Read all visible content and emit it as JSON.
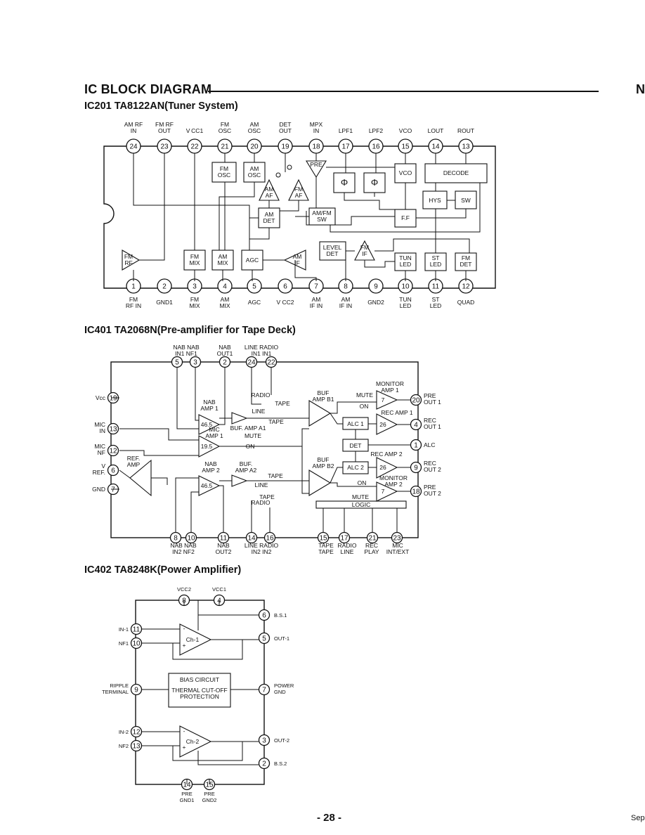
{
  "page": {
    "title": "IC BLOCK DIAGRAM",
    "right_edge_letter": "N",
    "page_number": "- 28 -",
    "corner_text": "Sep"
  },
  "ic201": {
    "heading": "IC201 TA8122AN(Tuner System)",
    "top_pins": [
      {
        "num": "24",
        "label": "AM RF\nIN"
      },
      {
        "num": "23",
        "label": "FM RF\nOUT"
      },
      {
        "num": "22",
        "label": "V CC1"
      },
      {
        "num": "21",
        "label": "FM\nOSC"
      },
      {
        "num": "20",
        "label": "AM\nOSC"
      },
      {
        "num": "19",
        "label": "DET\nOUT"
      },
      {
        "num": "18",
        "label": "MPX\nIN"
      },
      {
        "num": "17",
        "label": "LPF1"
      },
      {
        "num": "16",
        "label": "LPF2"
      },
      {
        "num": "15",
        "label": "VCO"
      },
      {
        "num": "14",
        "label": "LOUT"
      },
      {
        "num": "13",
        "label": "ROUT"
      }
    ],
    "bottom_pins": [
      {
        "num": "1",
        "label": "FM\nRF IN"
      },
      {
        "num": "2",
        "label": "GND1"
      },
      {
        "num": "3",
        "label": "FM\nMIX"
      },
      {
        "num": "4",
        "label": "AM\nMIX"
      },
      {
        "num": "5",
        "label": "AGC"
      },
      {
        "num": "6",
        "label": "V CC2"
      },
      {
        "num": "7",
        "label": "AM\nIF IN"
      },
      {
        "num": "8",
        "label": "AM\nIF IN"
      },
      {
        "num": "9",
        "label": "GND2"
      },
      {
        "num": "10",
        "label": "TUN\nLED"
      },
      {
        "num": "11",
        "label": "ST\nLED"
      },
      {
        "num": "12",
        "label": "QUAD"
      }
    ],
    "blocks": {
      "fm_osc": "FM\nOSC",
      "am_osc": "AM\nOSC",
      "pre": "PRE",
      "vco": "VCO",
      "decode": "DECODE",
      "am_af": "AM\nAF",
      "fm_af": "FM\nAF",
      "am_det": "AM\nDET",
      "amfm_sw": "AM/FM\nSW",
      "hys": "HYS",
      "sw": "SW",
      "ff": "F.F",
      "fm_rf": "FM\nRF",
      "fm_mix": "FM\nMIX",
      "am_mix": "AM\nMIX",
      "agc": "AGC",
      "am_if": "AM\nIF",
      "level_det": "LEVEL\nDET",
      "fm_if": "FM\nIF",
      "tun_led": "TUN\nLED",
      "st_led": "ST\nLED",
      "fm_det": "FM\nDET"
    }
  },
  "ic401": {
    "heading": "IC401  TA2068N(Pre-amplifier for Tape Deck)",
    "top_pins": [
      {
        "num": "5",
        "label": "NAB\nIN1"
      },
      {
        "num": "3",
        "label": "NAB\nNF1"
      },
      {
        "num": "2",
        "label": "NAB\nOUT1"
      },
      {
        "num": "24",
        "label": "LINE\nIN1"
      },
      {
        "num": "22",
        "label": "RADIO\nIN1"
      }
    ],
    "left_pins": [
      {
        "num": "19",
        "label": "Vcc"
      },
      {
        "num": "13",
        "label": "MIC\nIN"
      },
      {
        "num": "12",
        "label": "MIC\nNF"
      },
      {
        "num": "6",
        "label": "V\nREF."
      },
      {
        "num": "7",
        "label": "GND"
      }
    ],
    "right_pins": [
      {
        "num": "20",
        "label": "PRE\nOUT 1"
      },
      {
        "num": "4",
        "label": "REC\nOUT 1"
      },
      {
        "num": "1",
        "label": "ALC"
      },
      {
        "num": "9",
        "label": "REC\nOUT 2"
      },
      {
        "num": "18",
        "label": "PRE\nOUT 2"
      }
    ],
    "bottom_pins": [
      {
        "num": "8",
        "label": "NAB\nIN2"
      },
      {
        "num": "10",
        "label": "NAB\nNF2"
      },
      {
        "num": "11",
        "label": "NAB\nOUT2"
      },
      {
        "num": "14",
        "label": "LINE\nIN2"
      },
      {
        "num": "16",
        "label": "RADIO\nIN2"
      },
      {
        "num": "15",
        "label": "TAPE\nTAPE"
      },
      {
        "num": "17",
        "label": "RADIO\nLINE"
      },
      {
        "num": "21",
        "label": "REC\nPLAY"
      },
      {
        "num": "23",
        "label": "MIC\nINT/EXT"
      }
    ],
    "blocks": {
      "nab_amp1": "NAB\nAMP 1",
      "gain1": "46.5",
      "mic_amp1": "MIC\nAMP 1",
      "gain_mic": "19.5",
      "ref_amp": "REF.\nAMP",
      "nab_amp2": "NAB\nAMP 2",
      "gain2": "46.5",
      "buf_amp_a1": "BUF. AMP A1",
      "buf_amp_a2": "BUF.\nAMP A2",
      "buf_amp_b1": "BUF\nAMP B1",
      "buf_amp_b2": "BUF\nAMP B2",
      "monitor_amp1": "MONITOR\nAMP 1",
      "monitor_amp2": "MONITOR\nAMP 2",
      "rec_amp1": "REC AMP 1",
      "rec_amp2": "REC AMP 2",
      "alc1": "ALC 1",
      "alc2": "ALC 2",
      "det": "DET",
      "logic": "LOGIC",
      "g7": "7",
      "g26": "26",
      "mute": "MUTE",
      "on": "ON",
      "tape": "TAPE",
      "line": "LINE",
      "radio": "RADIO"
    }
  },
  "ic402": {
    "heading": "IC402 TA8248K(Power Amplifier)",
    "top_pins": [
      {
        "num": "8",
        "label": "VCC2"
      },
      {
        "num": "4",
        "label": "VCC1"
      }
    ],
    "left_pins": [
      {
        "num": "11",
        "label": "IN-1"
      },
      {
        "num": "10",
        "label": "NF1"
      },
      {
        "num": "9",
        "label": "RIPPLE\nTERMINAL"
      },
      {
        "num": "12",
        "label": "IN-2"
      },
      {
        "num": "13",
        "label": "NF2"
      }
    ],
    "right_pins": [
      {
        "num": "6",
        "label": "B.S.1"
      },
      {
        "num": "5",
        "label": "OUT-1"
      },
      {
        "num": "7",
        "label": "POWER\nGND"
      },
      {
        "num": "3",
        "label": "OUT-2"
      },
      {
        "num": "2",
        "label": "B.S.2"
      }
    ],
    "bottom_pins": [
      {
        "num": "14",
        "label": "PRE\nGND1"
      },
      {
        "num": "15",
        "label": "PRE\nGND2"
      }
    ],
    "blocks": {
      "ch1": "Ch-1",
      "ch2": "Ch-2",
      "bias": "BIAS CIRCUIT",
      "thermal": "THERMAL CUT-OFF\nPROTECTION"
    }
  }
}
